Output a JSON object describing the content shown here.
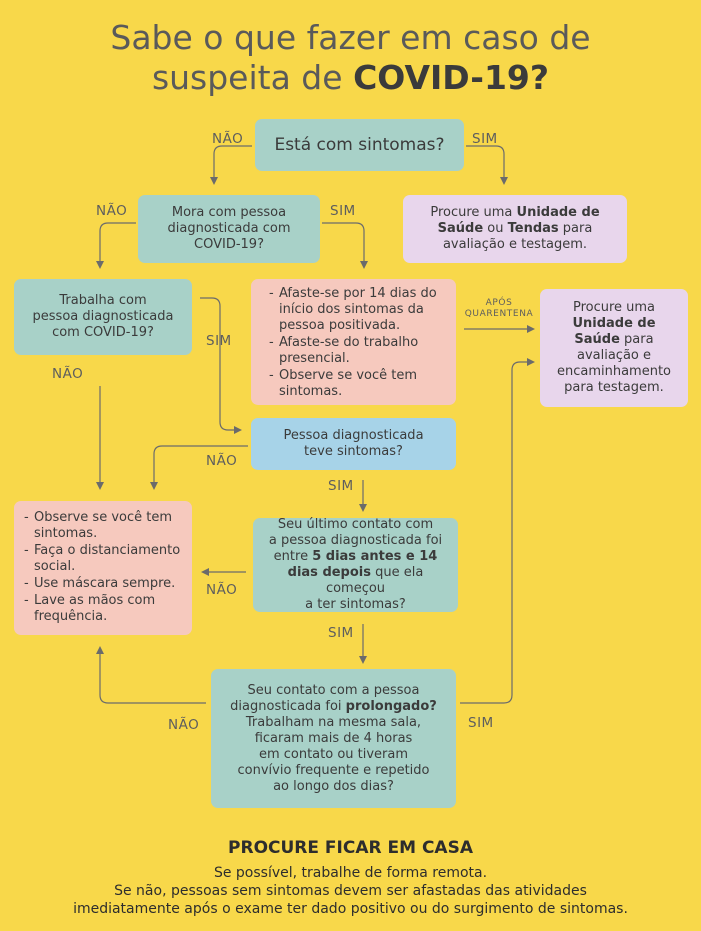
{
  "title": {
    "line1": "Sabe o que fazer em caso de",
    "line2_prefix": "suspeita de ",
    "line2_bold": "COVID-19?"
  },
  "nodes": {
    "q1": {
      "text": "Está com sintomas?"
    },
    "q2": {
      "lines": [
        "Mora com pessoa",
        "diagnosticada com",
        "COVID-19?"
      ]
    },
    "s1": {
      "pre": "Procure uma ",
      "bold1": "Unidade de Saúde",
      "mid": " ou ",
      "bold2": "Tendas",
      "post": " para avaliação e testagem."
    },
    "q3": {
      "lines": [
        "Trabalha com",
        "pessoa diagnosticada",
        "com COVID-19?"
      ]
    },
    "iso": {
      "items": [
        "Afaste-se por 14 dias do início dos sintomas da pessoa positivada.",
        "Afaste-se do trabalho presencial.",
        "Observe se você tem sintomas."
      ]
    },
    "s2": {
      "pre": "Procure uma ",
      "bold": "Unidade de Saúde",
      "post": " para avaliação e encaminhamento para testagem."
    },
    "q4": {
      "lines": [
        "Pessoa diagnosticada",
        "teve sintomas?"
      ]
    },
    "care": {
      "items": [
        "Observe se você tem sintomas.",
        "Faça o distanciamento social.",
        "Use máscara sempre.",
        "Lave as mãos com frequência."
      ]
    },
    "q5": {
      "line1": "Seu último contato com",
      "line2": "a pessoa diagnosticada foi",
      "pre": "entre ",
      "bold": "5 dias antes e 14 dias depois",
      "post": " que ela começou",
      "line5": "a ter sintomas?"
    },
    "q6": {
      "line1": "Seu contato com a pessoa",
      "pre": "diagnosticada foi ",
      "bold": "prolongado?",
      "rest": [
        "Trabalham na mesma sala,",
        "ficaram mais de 4 horas",
        "em contato ou tiveram",
        "convívio frequente e repetido",
        "ao longo dos dias?"
      ]
    }
  },
  "labels": {
    "no": "NÃO",
    "yes": "SIM",
    "after_quarantine": "APÓS QUARENTENA"
  },
  "footer": {
    "title": "PROCURE FICAR EM CASA",
    "line1": "Se possível, trabalhe de forma remota.",
    "line2": "Se não, pessoas sem sintomas devem ser afastadas das atividades",
    "line3": "imediatamente após o exame ter dado positivo ou do surgimento de sintomas."
  },
  "colors": {
    "background": "#f8d84a",
    "teal": "#a8d1c8",
    "blue": "#a7d3e8",
    "purple": "#e8d6ec",
    "pink": "#f6c9be",
    "line": "#6b6b6b"
  }
}
